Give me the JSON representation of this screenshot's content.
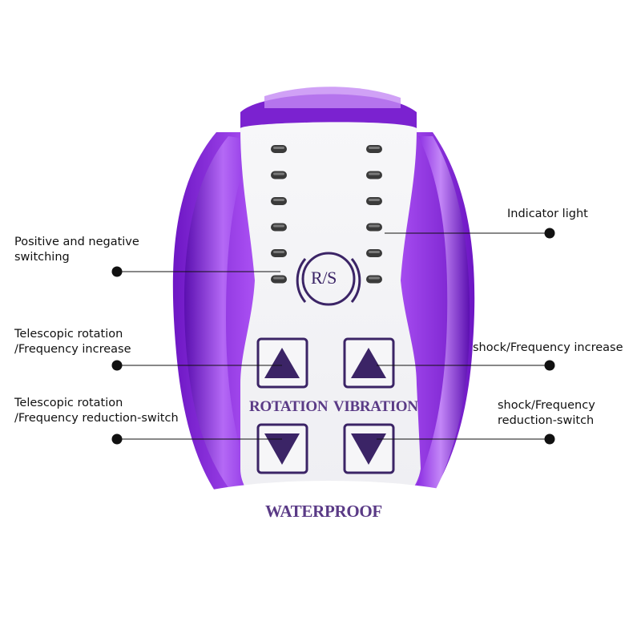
{
  "device": {
    "mode_button_label": "R/S",
    "rotation_label": "ROTATION",
    "vibration_label": "VIBRATION",
    "waterproof_label": "WATERPROOF",
    "indicator_count_per_column": 6,
    "colors": {
      "body_purple": "#8a2be2",
      "body_dark_purple": "#5b1a9a",
      "panel_white": "#f4f4f6",
      "button_icon": "#3b2466",
      "indicator_dark": "#3a3a3a"
    }
  },
  "callouts": {
    "positive_negative": {
      "line1": "Positive and negative",
      "line2": "switching"
    },
    "rotation_increase": {
      "line1": "Telescopic rotation",
      "line2": "/Frequency increase"
    },
    "rotation_decrease": {
      "line1": "Telescopic rotation",
      "line2": "/Frequency reduction-switch"
    },
    "indicator_light": {
      "line1": "Indicator light"
    },
    "vibration_increase": {
      "line1": "shock/Frequency increase"
    },
    "vibration_decrease": {
      "line1": "shock/Frequency",
      "line2": "reduction-switch"
    }
  },
  "icons": {
    "up_button": "triangle-up-icon",
    "down_button": "triangle-down-icon",
    "mode_button": "rs-circle-icon",
    "callout_dot": "dot-icon"
  }
}
